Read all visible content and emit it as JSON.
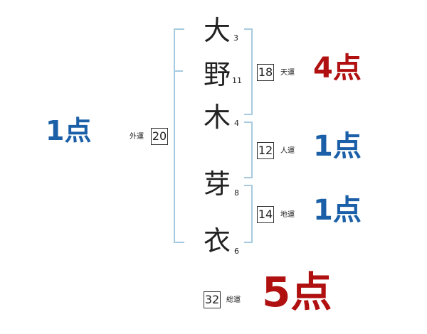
{
  "chars": [
    {
      "char": "大",
      "strokes": "3"
    },
    {
      "char": "野",
      "strokes": "11"
    },
    {
      "char": "木",
      "strokes": "4"
    },
    {
      "char": "芽",
      "strokes": "8"
    },
    {
      "char": "衣",
      "strokes": "6"
    }
  ],
  "gaiun": {
    "label": "外運",
    "value": "20",
    "score": "1点"
  },
  "tenun": {
    "label": "天運",
    "value": "18",
    "score": "4点"
  },
  "jinun": {
    "label": "人運",
    "value": "12",
    "score": "1点"
  },
  "chiun": {
    "label": "地運",
    "value": "14",
    "score": "1点"
  },
  "souun": {
    "label": "総運",
    "value": "32",
    "score": "5点"
  },
  "colors": {
    "good": "#1a5fa8",
    "great": "#b01010",
    "bracket": "#a6cbe0"
  }
}
